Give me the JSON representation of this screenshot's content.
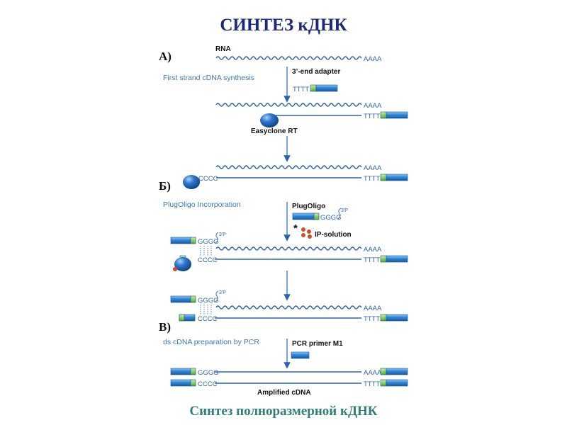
{
  "title": "СИНТЕЗ кДНК",
  "caption": "Синтез полноразмерной кДНК",
  "sections": {
    "a": "А)",
    "b": "Б)",
    "c": "В)"
  },
  "steps": {
    "first_strand": "First strand cDNA synthesis",
    "plugoligo": "PlugOligo Incorporation",
    "pcr": "ds cDNA preparation by PCR"
  },
  "labels": {
    "rna": "RNA",
    "adapter": "3’-end adapter",
    "rt": "Easyclone RT",
    "plugoligo": "PlugOligo",
    "ip_solution": "IP-solution",
    "pcr_primer": "PCR primer M1",
    "amplified": "Amplified cDNA"
  },
  "sequences": {
    "polyA": "AAAA",
    "polyT": "TTTT",
    "polyC": "CCCC",
    "polyG": "GGGG",
    "three_p": "3'P",
    "star": "*"
  },
  "colors": {
    "title": "#1b2a7a",
    "caption": "#2f7f7a",
    "strand": "#2b63b0",
    "step_text": "#3a79b7",
    "adapter_fill": "#2f86d6",
    "adapter_cap": "#6fcf4a",
    "enzyme": "#1d5ba8",
    "ip_dots": "#d24b2a"
  }
}
